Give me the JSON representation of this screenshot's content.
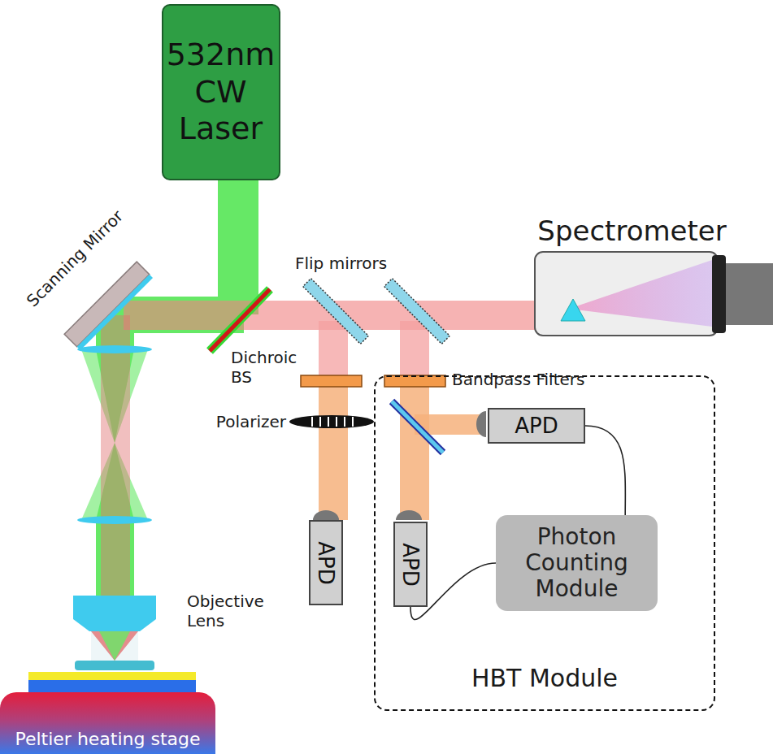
{
  "diagram": {
    "nodes": [
      {
        "text": [
          "532nm CW Laser"
        ]
      },
      {
        "text": [
          "Spectrometer"
        ]
      },
      {
        "text": [
          "HBT Module"
        ]
      },
      {
        "text": [
          "APD"
        ],
        "in": 2
      },
      {
        "text": [
          "APD"
        ]
      },
      {
        "text": [
          "APD"
        ],
        "in": 2
      },
      {
        "text": [
          "Photon Counting Module"
        ],
        "in": 2
      },
      {
        "text": [
          "Peltier heating stage"
        ]
      }
    ],
    "edges": [
      {
        "from": 3,
        "to": 6,
        "arrow": "none"
      },
      {
        "from": 5,
        "to": 6,
        "arrow": "none"
      }
    ],
    "labels": [
      "Scanning Mirror",
      "Dichroic BS",
      "Flip mirrors",
      "Bandpass Filters",
      "Polarizer",
      "Objective Lens"
    ]
  }
}
